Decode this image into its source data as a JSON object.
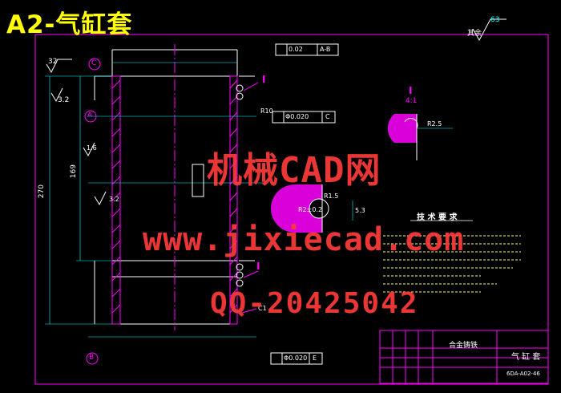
{
  "header": {
    "title": "A2-气缸套"
  },
  "watermark": {
    "line1": "机械CAD网",
    "line2": "www.jixiecad.com",
    "line3": "QQ-20425042"
  },
  "tech_requirements_title": "技 术 要 求",
  "title_block": {
    "material": "合金铸铁",
    "part_name": "气 缸 套",
    "drawing_no": "6DA-A02-46"
  },
  "roughness": {
    "general": "63",
    "label_other": "其余",
    "top_left": "32",
    "mid": "3.2",
    "small1": "1.6",
    "small2": "3.2"
  },
  "datum": {
    "a": "A",
    "b": "B",
    "c": "C",
    "e": "E"
  },
  "section_label": "I",
  "scale_label": "4:1",
  "dims": {
    "total_length": "270",
    "inner_len": "169",
    "tol1": "0.02",
    "tol_ref1": "A-B",
    "tol2": "Φ0.020",
    "tol_ref2": "C",
    "tol3": "Φ0.020",
    "tol_ref3": "E",
    "r10": "R10",
    "r25": "R2.5",
    "r12": "R1.5",
    "r22": "R2±0.2",
    "d53": "5.3",
    "c1": "C1"
  },
  "colors": {
    "outline": "#ffffff",
    "accent": "#ff00ff",
    "dim": "#00ffff",
    "watermark": "#ff3b3b",
    "title": "#ffff00",
    "part_fill": "#ff00ff"
  }
}
